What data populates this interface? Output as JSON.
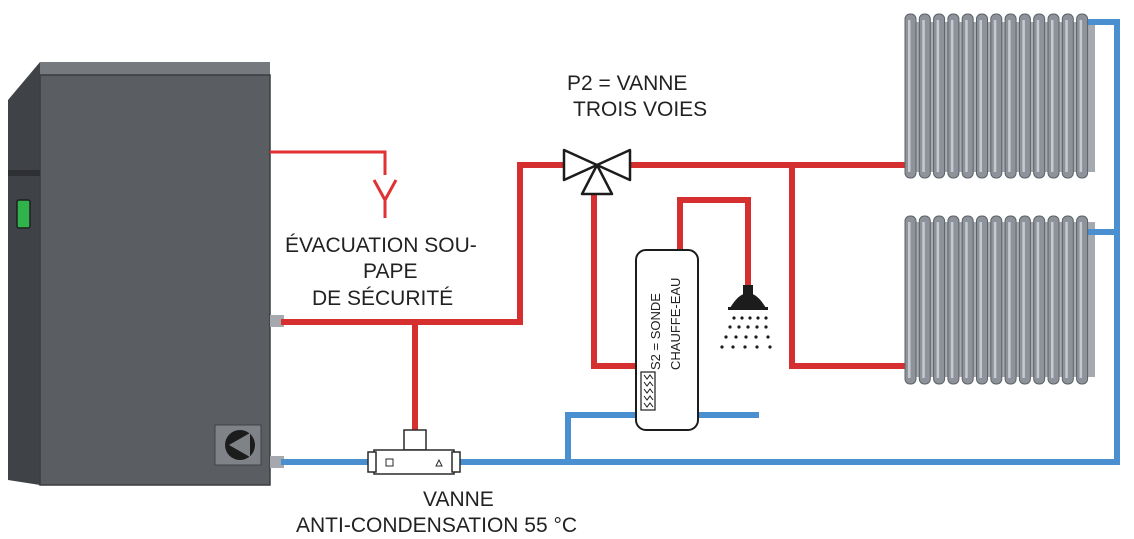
{
  "labels": {
    "three_way_valve_line1": "P2 = VANNE",
    "three_way_valve_line2": "TROIS VOIES",
    "relief_line1": "ÉVACUATION SOU-",
    "relief_line2": "PAPE",
    "relief_line3": "DE SÉCURITÉ",
    "anticond_line1": "VANNE",
    "anticond_line2": "ANTI-CONDENSATION 55 °C",
    "tank_sensor": "S2 = SONDE",
    "tank_name": "CHAUFFE-EAU"
  },
  "colors": {
    "hot_pipe": "#d62f2f",
    "cold_pipe": "#4a8fd0",
    "boiler": "#5a5d62",
    "radiator": "#8e939b",
    "indicator": "#2fb34a"
  },
  "icons": {
    "boiler_pump": "pump-icon",
    "shower": "shower-head-icon",
    "sensor": "sensor-icon"
  }
}
